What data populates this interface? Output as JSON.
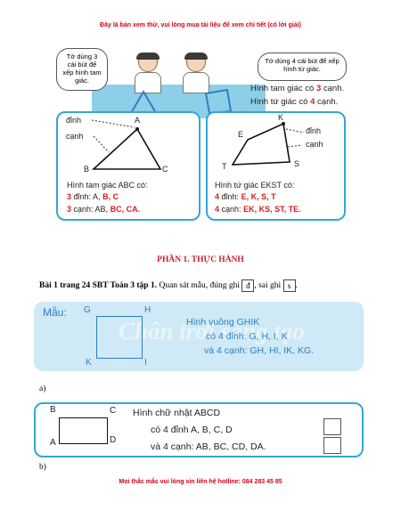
{
  "header_notice": "Đây là bản xem thử, vui lòng mua tài liệu để xem chi tiết (có lời giải)",
  "footer_notice": "Mọi thắc mắc vui lòng xin liên hệ hotline: 084 283 45 85",
  "illustration": {
    "bubble_left": "Tớ dùng 3 cái bút để xếp hình tam giác.",
    "bubble_right": "Tớ dùng 4 cái bút để xếp hình tứ giác.",
    "line_tri_prefix": "Hình tam giác có",
    "line_tri_value": "3",
    "line_tri_suffix": "cạnh.",
    "line_quad_prefix": "Hình tứ giác có",
    "line_quad_value": "4",
    "line_quad_suffix": "cạnh."
  },
  "triangle_panel": {
    "label_vertex": "đỉnh",
    "label_edge": "cạnh",
    "A": "A",
    "B": "B",
    "C": "C",
    "title": "Hình tam giác ABC có:",
    "vertex_count": "3",
    "vertex_text": "đỉnh: A,",
    "vertex_b": "B,",
    "vertex_c": "C",
    "edge_count": "3",
    "edge_text": "cạnh: AB,",
    "edge_bc": "BC,",
    "edge_ca": "CA."
  },
  "quad_panel": {
    "label_vertex": "đỉnh",
    "label_edge": "cạnh",
    "E": "E",
    "K": "K",
    "S": "S",
    "T": "T",
    "title": "Hình tứ giác EKST có:",
    "vertex_count": "4",
    "vertex_text": "đỉnh:",
    "vertices": "E, K, S, T",
    "edge_count": "4",
    "edge_text": "cạnh:",
    "edges": "EK, KS, ST, TE."
  },
  "section_title": "PHẦN 1. THỰC HÀNH",
  "exercise": {
    "title": "Bài 1 trang 24 SBT Toán 3 tập 1.",
    "instruction": "Quan sát mẫu, đúng ghi",
    "true_mark": "đ",
    "middle": ", sai ghi",
    "false_mark": "s",
    "end": "."
  },
  "sample": {
    "label": "Mẫu:",
    "G": "G",
    "H": "H",
    "K": "K",
    "I": "I",
    "line1": "Hình vuông GHIK",
    "line2": "có 4 đỉnh: G, H, I, K",
    "line3": "và 4 cạnh: GH, HI, IK, KG.",
    "watermark": "Chân trời sáng tạo"
  },
  "part_a": {
    "label": "a)",
    "B": "B",
    "C": "C",
    "A": "A",
    "D": "D",
    "line1": "Hình chữ nhật ABCD",
    "line2": "có 4 đỉnh A, B, C, D",
    "line3": "và 4 cạnh: AB, BC, CD, DA."
  },
  "part_b_label": "b)",
  "colors": {
    "accent_blue": "#35a6d6",
    "answer_red": "#d81e1e",
    "banner_red": "#d4001a",
    "section_red": "#c8202a"
  }
}
